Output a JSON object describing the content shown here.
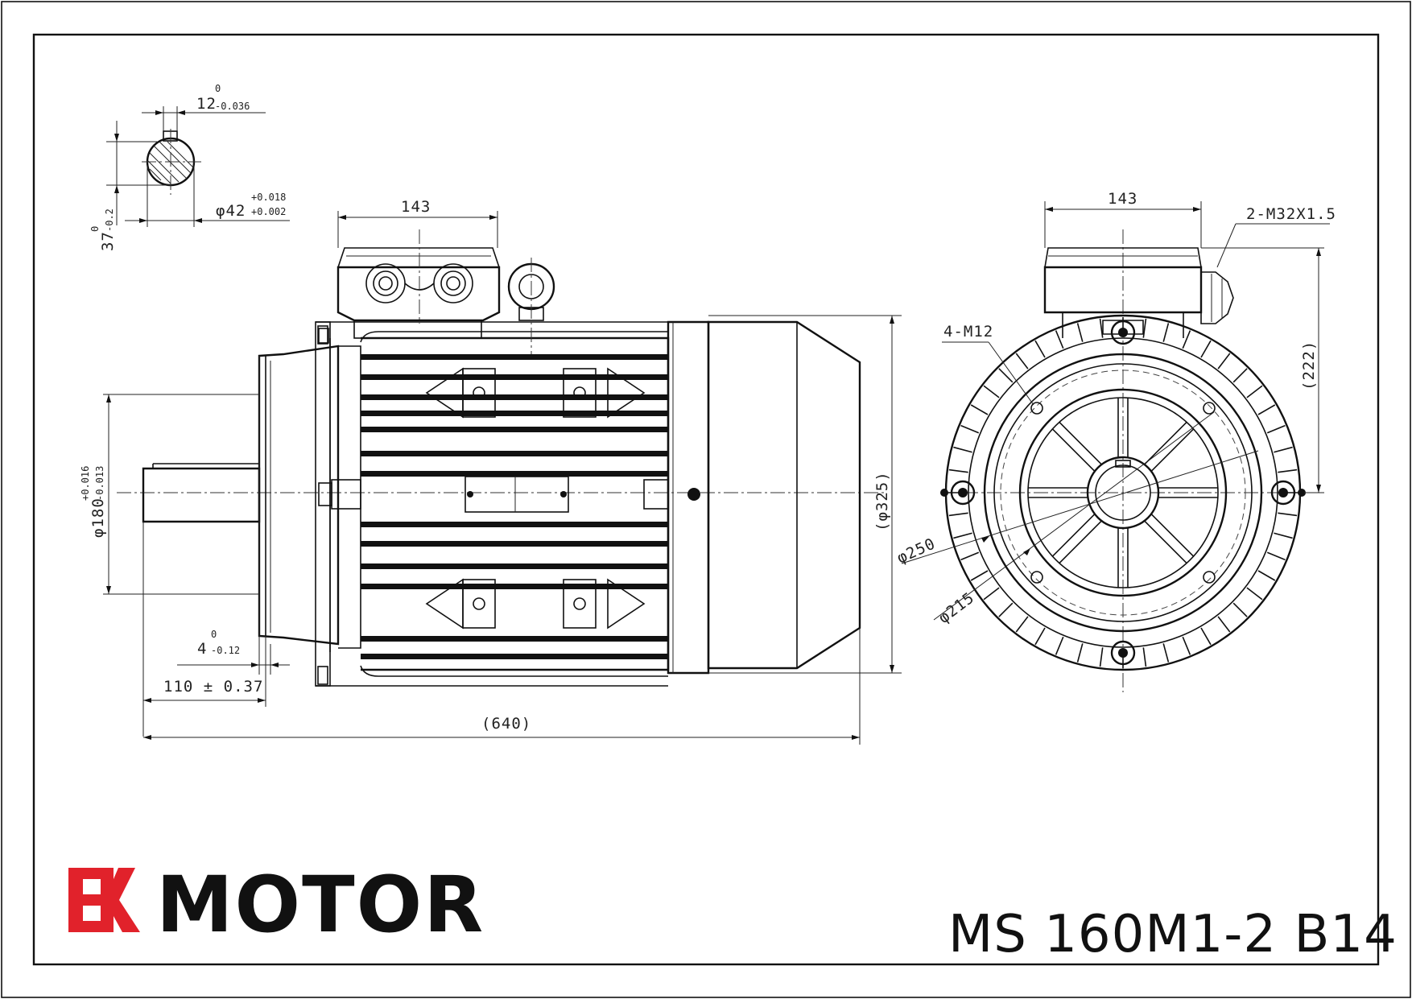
{
  "brand": {
    "name": "MOTOR",
    "accent": "#e1222b",
    "logo_letters": "EK"
  },
  "model": "MS 160M1-2 B14",
  "dimensions": {
    "key_width": "12",
    "key_tol_upper": "0",
    "key_tol_lower": "-0.036",
    "key_height": "37",
    "key_height_tol_upper": "0",
    "key_height_tol_lower": "-0.2",
    "shaft_dia": "φ42",
    "shaft_tol_upper": "+0.018",
    "shaft_tol_lower": "+0.002",
    "terminal_box_width": "143",
    "terminal_box_width_end": "143",
    "cable_gland": "2-M32X1.5",
    "flange_holes": "4-M12",
    "housing_dia": "(φ325)",
    "center_height": "(222)",
    "spigot_dia": "φ180",
    "spigot_tol_upper": "+0.016",
    "spigot_tol_lower": "-0.013",
    "flange_dia": "φ250",
    "pcd": "φ215",
    "spigot_depth": "4",
    "spigot_depth_tol_upper": "0",
    "spigot_depth_tol_lower": "-0.12",
    "shaft_length": "110 ± 0.37",
    "overall_length": "(640)"
  }
}
